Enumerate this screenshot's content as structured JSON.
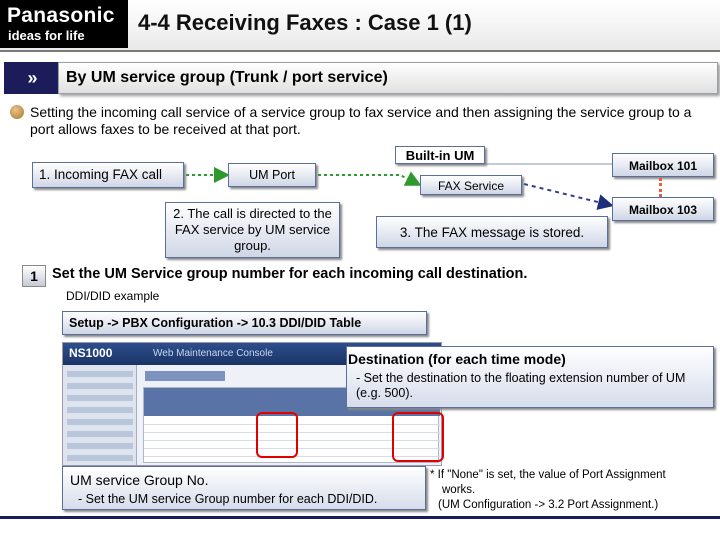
{
  "header": {
    "brand": "Panasonic",
    "tagline": "ideas for life",
    "title": "4-4 Receiving Faxes : Case 1 (1)"
  },
  "section": {
    "icon": "double-chevron-right-icon",
    "heading": "By UM service group (Trunk / port service)"
  },
  "intro": "Setting the incoming call service of a service group to fax service and then assigning the service group to a port allows faxes to be received at that port.",
  "diagram": {
    "fax_call": "1. Incoming FAX call",
    "um_port": "UM Port",
    "builtin_um": "Built-in UM",
    "fax_service": "FAX Service",
    "mailbox_a": "Mailbox 101",
    "mailbox_b": "Mailbox 103",
    "step2": "2. The call is directed to the FAX service by UM service group.",
    "step3": "3. The FAX message is stored."
  },
  "step1": {
    "number": "1",
    "text": "Set the UM Service group number for each incoming call destination.",
    "example": "DDI/DID example",
    "setup_path": "Setup -> PBX Configuration -> 10.3 DDI/DID Table"
  },
  "screenshot": {
    "app_logo": "NS1000",
    "app_title": "Web Maintenance Console"
  },
  "destination": {
    "title": "Destination (for each time mode)",
    "desc": "- Set the destination to the floating extension number of UM (e.g. 500)."
  },
  "service_group": {
    "title": "UM service Group No.",
    "desc": "- Set the UM service Group number for each DDI/DID."
  },
  "note": {
    "line1": "* If \"None\" is set, the value of Port Assignment",
    "line2": "works.",
    "line3": "(UM Configuration -> 3.2 Port Assignment.)"
  },
  "colors": {
    "navy": "#1c1c5a",
    "highlight_red": "#e00000",
    "dotted_arrow": "#2e9a2e",
    "mailbox_link": "#e06040"
  }
}
